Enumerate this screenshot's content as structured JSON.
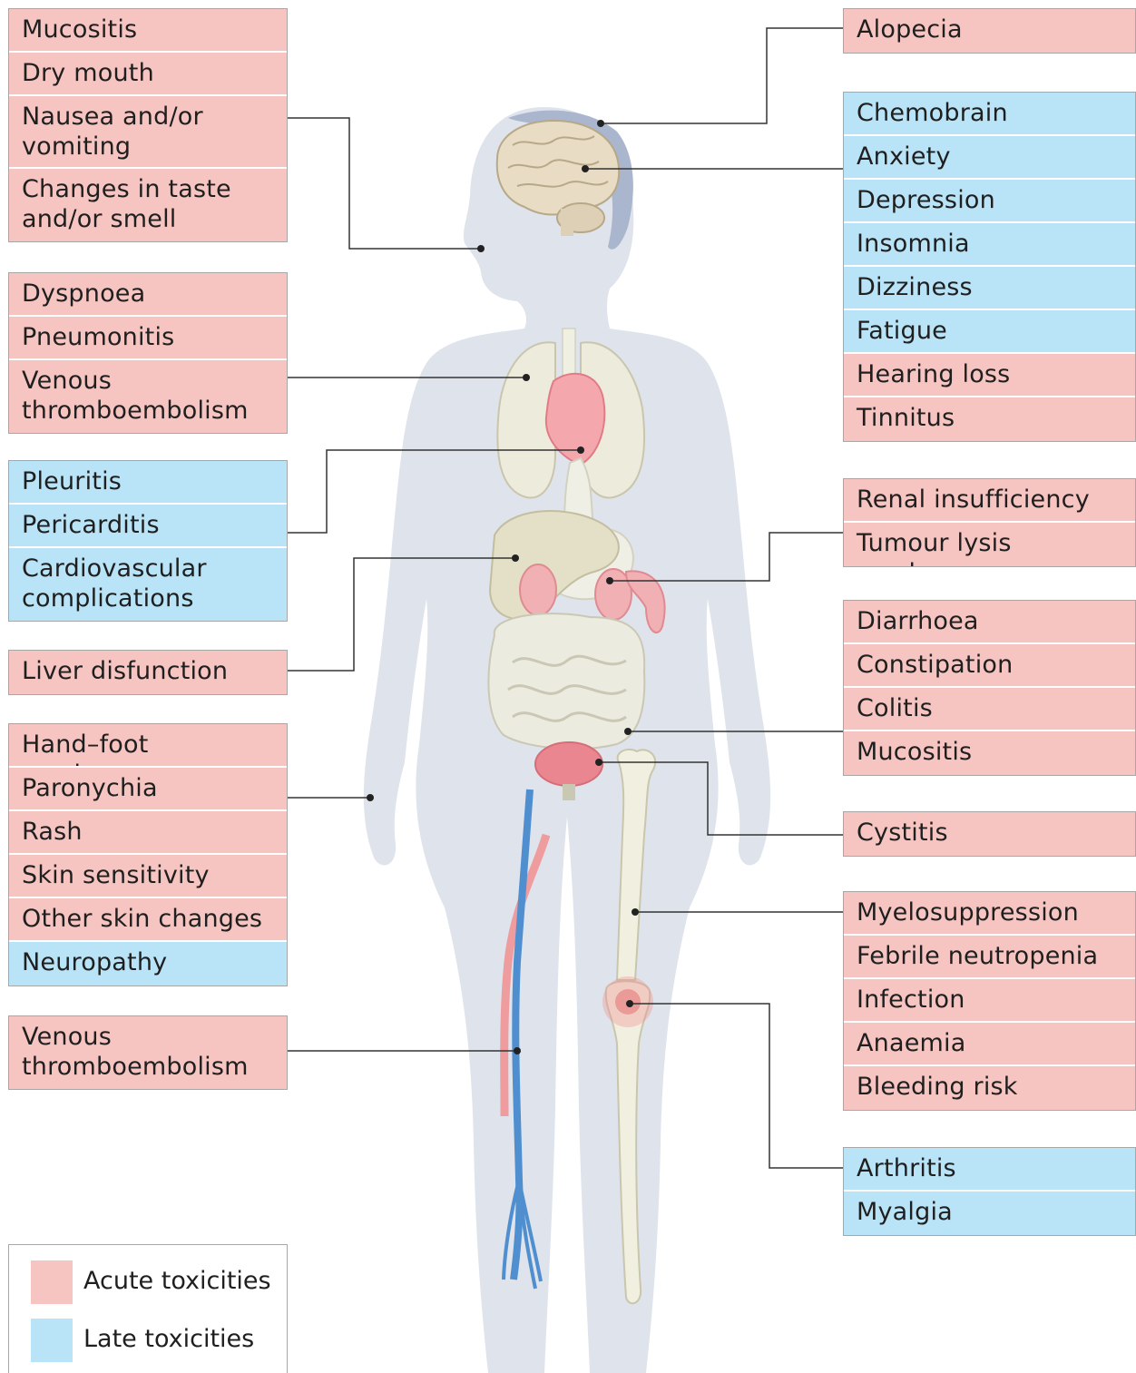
{
  "colors": {
    "acute": "#f7c5c1",
    "late": "#b9e3f6",
    "body_silhouette": "#dfe4ec",
    "connector": "#333333"
  },
  "legend": {
    "acute": "Acute toxicities",
    "late": "Late toxicities"
  },
  "groups": {
    "oral": {
      "items": [
        {
          "label": "Mucositis",
          "type": "acute"
        },
        {
          "label": "Dry mouth",
          "type": "acute"
        },
        {
          "label": "Nausea and/or\nvomiting",
          "type": "acute"
        },
        {
          "label": "Changes in taste\nand/or smell",
          "type": "acute"
        }
      ]
    },
    "lung": {
      "items": [
        {
          "label": "Dyspnoea",
          "type": "acute"
        },
        {
          "label": "Pneumonitis",
          "type": "acute"
        },
        {
          "label": "Venous\nthromboembolism",
          "type": "acute"
        }
      ]
    },
    "heart": {
      "items": [
        {
          "label": "Pleuritis",
          "type": "late"
        },
        {
          "label": "Pericarditis",
          "type": "late"
        },
        {
          "label": "Cardiovascular\ncomplications",
          "type": "late"
        }
      ]
    },
    "liver": {
      "items": [
        {
          "label": "Liver disfunction",
          "type": "acute"
        }
      ]
    },
    "skin": {
      "items": [
        {
          "label": "Hand–foot syndrome",
          "type": "acute"
        },
        {
          "label": "Paronychia",
          "type": "acute"
        },
        {
          "label": "Rash",
          "type": "acute"
        },
        {
          "label": "Skin sensitivity",
          "type": "acute"
        },
        {
          "label": "Other skin changes",
          "type": "acute"
        },
        {
          "label": "Neuropathy",
          "type": "late"
        }
      ]
    },
    "vein": {
      "items": [
        {
          "label": "Venous\nthromboembolism",
          "type": "acute"
        }
      ]
    },
    "hair": {
      "items": [
        {
          "label": "Alopecia",
          "type": "acute"
        }
      ]
    },
    "brain": {
      "items": [
        {
          "label": "Chemobrain",
          "type": "late"
        },
        {
          "label": "Anxiety",
          "type": "late"
        },
        {
          "label": "Depression",
          "type": "late"
        },
        {
          "label": "Insomnia",
          "type": "late"
        },
        {
          "label": "Dizziness",
          "type": "late"
        },
        {
          "label": "Fatigue",
          "type": "late"
        },
        {
          "label": "Hearing loss",
          "type": "acute"
        },
        {
          "label": "Tinnitus",
          "type": "acute"
        }
      ]
    },
    "kidney": {
      "items": [
        {
          "label": "Renal insufficiency",
          "type": "acute"
        },
        {
          "label": "Tumour lysis syndrome",
          "type": "acute"
        }
      ]
    },
    "gut": {
      "items": [
        {
          "label": "Diarrhoea",
          "type": "acute"
        },
        {
          "label": "Constipation",
          "type": "acute"
        },
        {
          "label": "Colitis",
          "type": "acute"
        },
        {
          "label": "Mucositis",
          "type": "acute"
        }
      ]
    },
    "bladder": {
      "items": [
        {
          "label": "Cystitis",
          "type": "acute"
        }
      ]
    },
    "marrow": {
      "items": [
        {
          "label": "Myelosuppression",
          "type": "acute"
        },
        {
          "label": "Febrile neutropenia",
          "type": "acute"
        },
        {
          "label": "Infection",
          "type": "acute"
        },
        {
          "label": "Anaemia",
          "type": "acute"
        },
        {
          "label": "Bleeding risk",
          "type": "acute"
        }
      ]
    },
    "joint": {
      "items": [
        {
          "label": "Arthritis",
          "type": "late"
        },
        {
          "label": "Myalgia",
          "type": "late"
        }
      ]
    }
  }
}
